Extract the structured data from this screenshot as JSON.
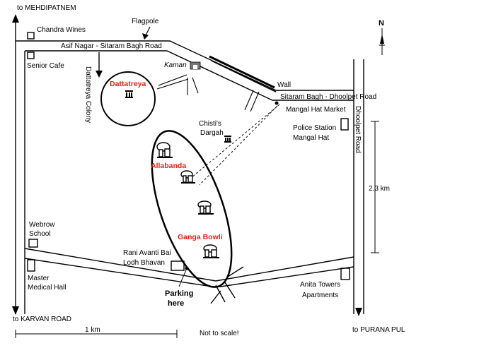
{
  "labels": {
    "to_mehdipatnem": "to MEHDIPATNEM",
    "to_karvan_road": "to KARVAN ROAD",
    "to_purana_pul": "to PURANA PUL",
    "chandra_wines": "Chandra Wines",
    "flagpole": "Flagpole",
    "asif_nagar_road": "Asif Nagar - Sitaram Bagh Road",
    "senior_cafe": "Senior Cafe",
    "dattatreya_colony": "Dattatreya Colony",
    "kaman": "Kaman",
    "dattatreya": "Dattatreya",
    "wall": "Wall",
    "sitaram_dhoolpet_road": "Sitaram Bagh - Dhoolpet Road",
    "mangal_hat_market": "Mangal Hat Market",
    "dhoolpet_road": "Dhoolpet Road",
    "police_station_l1": "Police Station",
    "police_station_l2": "Mangal Hat",
    "chistis_dargah_l1": "Chisti's",
    "chistis_dargah_l2": "Dargah",
    "allabanda": "Allabanda",
    "distance_2_3km": "2.3 km",
    "webrow_school_l1": "Webrow",
    "webrow_school_l2": "School",
    "ganga_bowli": "Ganga Bowli",
    "rani_avanti_l1": "Rani Avanti Bai",
    "rani_avanti_l2": "Lodh Bhavan",
    "master_medical_l1": "Master",
    "master_medical_l2": "Medical Hall",
    "parking_l1": "Parking",
    "parking_l2": "here",
    "anita_towers_l1": "Anita Towers",
    "anita_towers_l2": "Apartments",
    "scale_1km": "1 km",
    "not_to_scale": "Not to scale!",
    "north": "N"
  },
  "colors": {
    "ink": "#000000",
    "highlight_label": "#d8281c",
    "background": "#ffffff"
  },
  "icons": [
    "north-arrow-icon",
    "monument-icon",
    "boulder-icon",
    "building-square-icon",
    "kaman-arch-icon"
  ]
}
